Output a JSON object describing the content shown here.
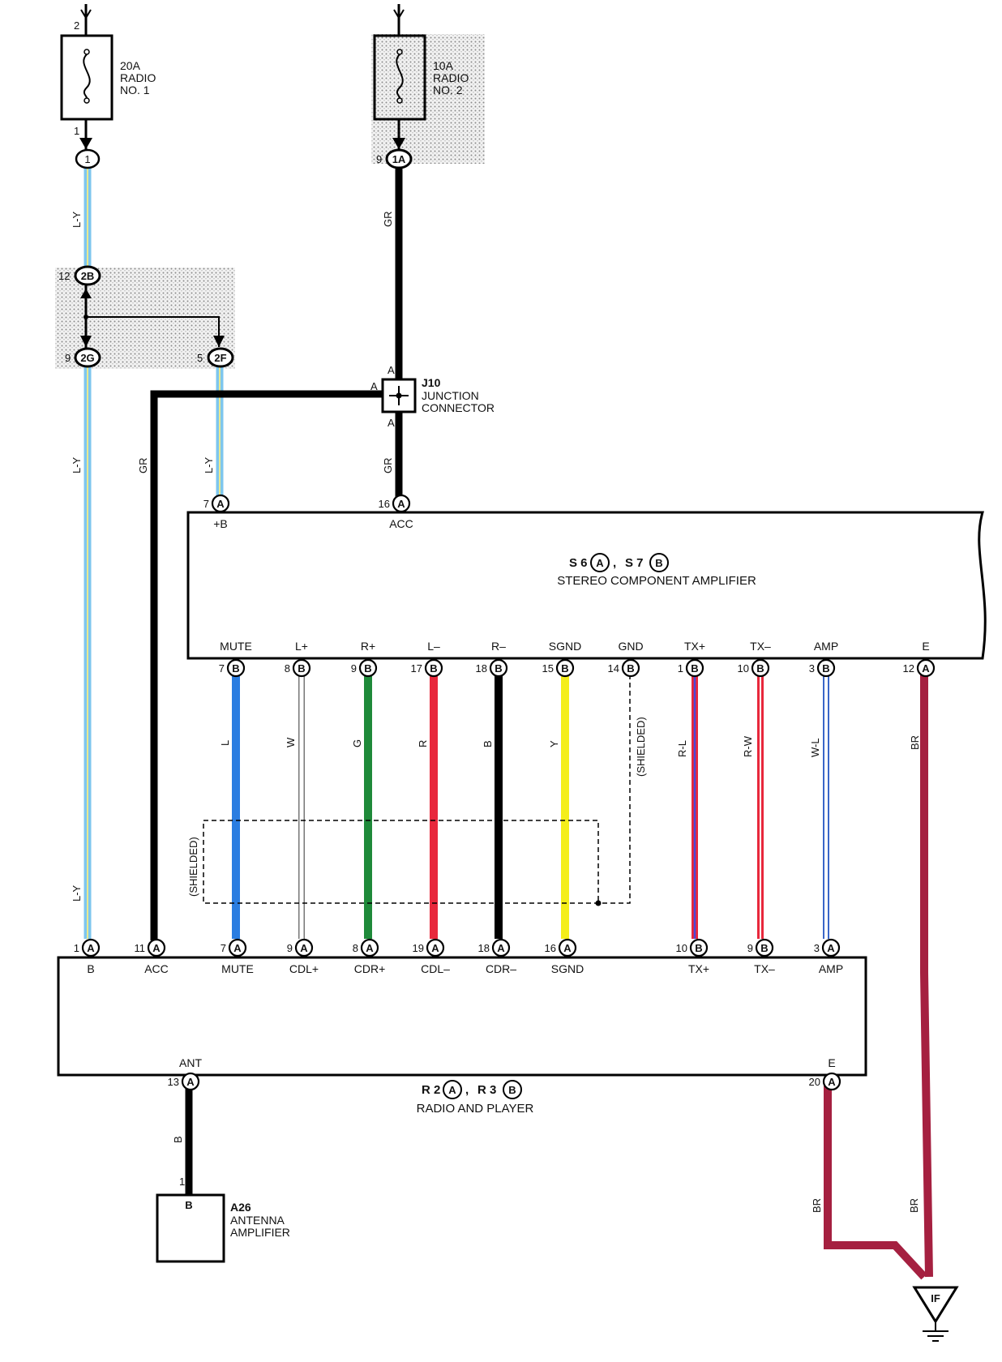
{
  "fuses": {
    "radio1": {
      "pin_top": "2",
      "pin_bottom": "1",
      "line1": "20A",
      "line2": "RADIO",
      "line3": "NO. 1"
    },
    "radio2": {
      "line1": "10A",
      "line2": "RADIO",
      "line3": "NO. 2"
    }
  },
  "connectors": {
    "c1": {
      "pin": "",
      "id": "1"
    },
    "c1a": {
      "pin": "9",
      "id": "1A"
    },
    "c2b": {
      "pin": "12",
      "id": "2B"
    },
    "c2g": {
      "pin": "9",
      "id": "2G"
    },
    "c2f": {
      "pin": "5",
      "id": "2F"
    }
  },
  "junction": {
    "id": "J10",
    "line1": "JUNCTION",
    "line2": "CONNECTOR",
    "pin": "A"
  },
  "wire_labels": {
    "ly_top": "L-Y",
    "ly_mid": "L-Y",
    "ly_low": "L-Y",
    "ly_2f": "L-Y",
    "gr_top": "GR",
    "gr_mid": "GR",
    "gr_left": "GR",
    "l": "L",
    "w": "W",
    "g": "G",
    "r": "R",
    "b": "B",
    "y": "Y",
    "rl": "R-L",
    "rw": "R-W",
    "wl": "W-L",
    "br_right": "BR",
    "br_low1": "BR",
    "br_low2": "BR",
    "b_ant": "B",
    "shielded_right": "(SHIELDED)",
    "shielded_left": "(SHIELDED)"
  },
  "amplifier": {
    "id_a": "S 6",
    "id_b": "S 7",
    "ca": "A",
    "cb": "B",
    "sep": ",",
    "name": "STEREO COMPONENT AMPLIFIER",
    "top_pins": [
      {
        "num": "7",
        "conn": "A",
        "label": "+B"
      },
      {
        "num": "16",
        "conn": "A",
        "label": "ACC"
      }
    ],
    "bottom_pins": [
      {
        "num": "7",
        "conn": "B",
        "label": "MUTE"
      },
      {
        "num": "8",
        "conn": "B",
        "label": "L+"
      },
      {
        "num": "9",
        "conn": "B",
        "label": "R+"
      },
      {
        "num": "17",
        "conn": "B",
        "label": "L–"
      },
      {
        "num": "18",
        "conn": "B",
        "label": "R–"
      },
      {
        "num": "15",
        "conn": "B",
        "label": "SGND"
      },
      {
        "num": "14",
        "conn": "B",
        "label": "GND"
      },
      {
        "num": "1",
        "conn": "B",
        "label": "TX+"
      },
      {
        "num": "10",
        "conn": "B",
        "label": "TX–"
      },
      {
        "num": "3",
        "conn": "B",
        "label": "AMP"
      },
      {
        "num": "12",
        "conn": "A",
        "label": "E"
      }
    ]
  },
  "radio": {
    "id_a": "R 2",
    "id_b": "R 3",
    "ca": "A",
    "cb": "B",
    "sep": ",",
    "name": "RADIO AND PLAYER",
    "top_pins": [
      {
        "num": "1",
        "conn": "A",
        "label": "B"
      },
      {
        "num": "11",
        "conn": "A",
        "label": "ACC"
      },
      {
        "num": "7",
        "conn": "A",
        "label": "MUTE"
      },
      {
        "num": "9",
        "conn": "A",
        "label": "CDL+"
      },
      {
        "num": "8",
        "conn": "A",
        "label": "CDR+"
      },
      {
        "num": "19",
        "conn": "A",
        "label": "CDL–"
      },
      {
        "num": "18",
        "conn": "A",
        "label": "CDR–"
      },
      {
        "num": "16",
        "conn": "A",
        "label": "SGND"
      },
      {
        "num": "10",
        "conn": "B",
        "label": "TX+"
      },
      {
        "num": "9",
        "conn": "B",
        "label": "TX–"
      },
      {
        "num": "3",
        "conn": "A",
        "label": "AMP"
      }
    ],
    "bottom_pins": [
      {
        "num": "13",
        "conn": "A",
        "label": "ANT"
      },
      {
        "num": "20",
        "conn": "A",
        "label": "E"
      }
    ]
  },
  "antenna": {
    "pin": "1",
    "conn": "B",
    "id": "A26",
    "line1": "ANTENNA",
    "line2": "AMPLIFIER"
  },
  "ground": {
    "id": "IF"
  },
  "colors": {
    "light_blue": "#7ec6ee",
    "yellow_stripe": "#e8e890",
    "black": "#000000",
    "blue": "#2a7de1",
    "green": "#1f8a3a",
    "red": "#e8283c",
    "yellow": "#f4ee1a",
    "maroon": "#a52040",
    "white_wire": "#9a9a9a"
  }
}
